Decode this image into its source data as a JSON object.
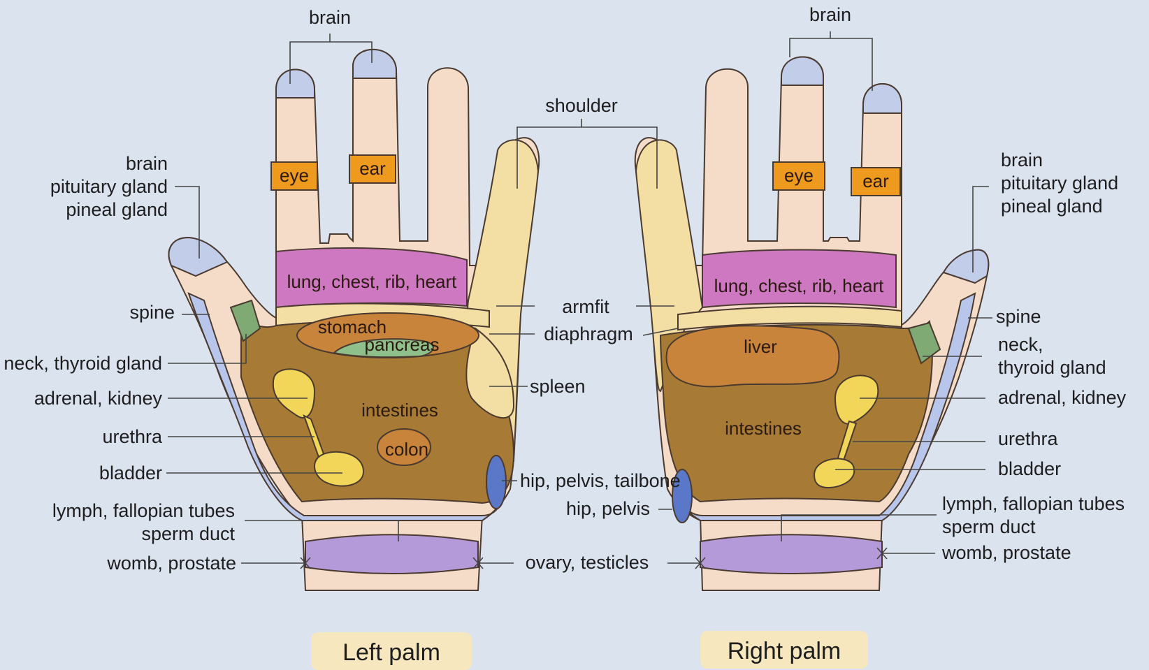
{
  "colors": {
    "background": "#dbe3ef",
    "skin": "#f5dcc8",
    "thumb_shoulder": "#f3dfa4",
    "brain_tip": "#c2cdea",
    "eye_ear": "#ee9a1e",
    "lung": "#cf78c2",
    "palm_core": "#a77b35",
    "stomach_liver": "#c8843a",
    "pancreas": "#8fbf8a",
    "kidney_bladder": "#f1d65a",
    "spine_lymph": "#b9c6ec",
    "neck": "#7faa74",
    "wrist_band": "#b49ad8",
    "hip": "#5b78c8",
    "caption_box": "#f6e7bf"
  },
  "left": {
    "caption": "Left palm",
    "brain": "brain",
    "eye": "eye",
    "ear": "ear",
    "brain_group": [
      "brain",
      "pituitary gland",
      "pineal gland"
    ],
    "lung": "lung, chest, rib, heart",
    "stomach": "stomach",
    "pancreas": "pancreas",
    "intestines": "intestines",
    "colon": "colon",
    "spine": "spine",
    "neck": "neck, thyroid gland",
    "adrenal": "adrenal, kidney",
    "urethra": "urethra",
    "bladder": "bladder",
    "lymph": [
      "lymph, fallopian tubes",
      "sperm duct"
    ],
    "womb": "womb, prostate"
  },
  "center": {
    "shoulder": "shoulder",
    "armfit": "armfit",
    "diaphragm": "diaphragm",
    "spleen": "spleen",
    "hip_left": "hip, pelvis, tailbone",
    "hip_right": "hip, pelvis",
    "ovary": "ovary, testicles"
  },
  "right": {
    "caption": "Right palm",
    "brain": "brain",
    "eye": "eye",
    "ear": "ear",
    "brain_group": [
      "brain",
      "pituitary gland",
      "pineal gland"
    ],
    "lung": "lung, chest, rib, heart",
    "liver": "liver",
    "intestines": "intestines",
    "spine": "spine",
    "neck": [
      "neck,",
      "thyroid gland"
    ],
    "adrenal": "adrenal, kidney",
    "urethra": "urethra",
    "bladder": "bladder",
    "lymph": [
      "lymph, fallopian tubes",
      "sperm duct"
    ],
    "womb": "womb, prostate"
  }
}
